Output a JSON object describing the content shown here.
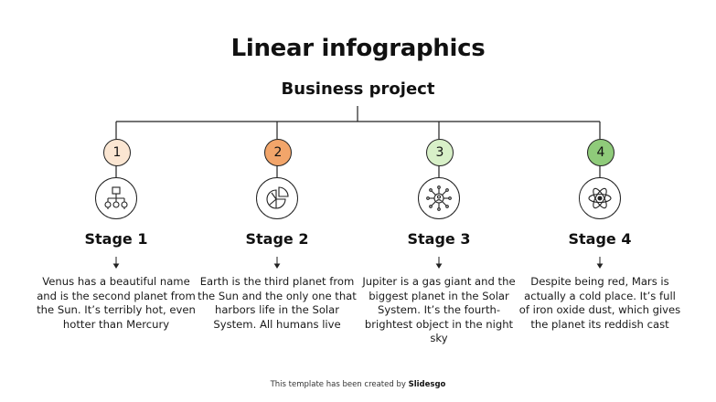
{
  "title": "Linear infographics",
  "subtitle": "Business project",
  "stages": [
    {
      "number": "1",
      "label": "Stage 1",
      "description": "Venus has a beautiful name and is the second planet from the Sun. It’s terribly hot, even hotter than Mercury",
      "circle_color": "#fbe6d2",
      "icon": "hierarchy-icon"
    },
    {
      "number": "2",
      "label": "Stage 2",
      "description": "Earth is the third planet from the Sun and the only one that harbors life in the Solar System. All humans live",
      "circle_color": "#f2a56a",
      "icon": "pie-chart-icon"
    },
    {
      "number": "3",
      "label": "Stage 3",
      "description": "Jupiter is a gas giant and the biggest planet in the Solar System. It’s the fourth-brightest object in the night sky",
      "circle_color": "#d8f0c8",
      "icon": "network-icon"
    },
    {
      "number": "4",
      "label": "Stage 4",
      "description": "Despite being red, Mars is actually a cold place. It’s full of iron oxide dust, which gives the planet its reddish cast",
      "circle_color": "#8fcb7a",
      "icon": "atom-icon"
    }
  ],
  "footer": {
    "prefix": "This template has been created by",
    "brand": "Slidesgo"
  }
}
